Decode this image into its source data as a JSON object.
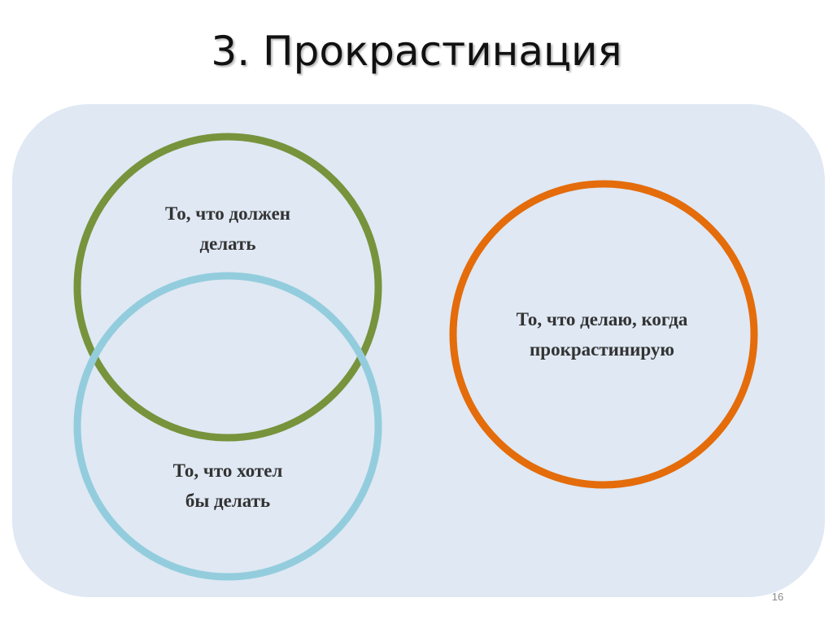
{
  "slide": {
    "title": "3. Прокрастинация",
    "page_number": "16"
  },
  "diagram": {
    "panel_color": "#dfe8f3",
    "circles": [
      {
        "id": "should",
        "label_lines": [
          "То, что должен",
          "делать"
        ],
        "color": "#77933c"
      },
      {
        "id": "want",
        "label_lines": [
          "То, что хотел",
          "бы делать"
        ],
        "color": "#93cddd"
      },
      {
        "id": "procrastinate",
        "label_lines": [
          "То, что делаю, когда",
          "прокрастинирую"
        ],
        "color": "#e46c0a"
      }
    ]
  }
}
